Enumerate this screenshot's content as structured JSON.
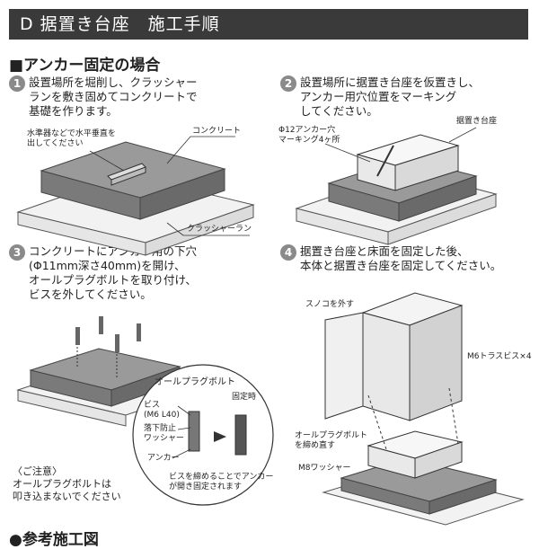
{
  "header": {
    "title": "D 据置き台座　施工手順"
  },
  "section": {
    "title": "■アンカー固定の場合"
  },
  "steps": [
    {
      "num": "1",
      "lines": [
        "設置場所を堀削し、クラッシャー",
        "ランを敷き固めてコンクリートで",
        "基礎を作ります。"
      ]
    },
    {
      "num": "2",
      "lines": [
        "設置場所に据置き台座を仮置きし、",
        "アンカー用穴位置をマーキング",
        "してください。"
      ]
    },
    {
      "num": "3",
      "lines": [
        "コンクリートにアンカー用の下穴",
        "(Φ11mm深さ40mm)を開け、",
        "オールプラグボルトを取り付け、",
        "ビスを外してください。"
      ]
    },
    {
      "num": "4",
      "lines": [
        "据置き台座と床面を固定した後、",
        "本体と据置き台座を固定してください。"
      ]
    }
  ],
  "labels": {
    "level": [
      "水準器などで水平垂直を",
      "出してください"
    ],
    "concrete": "コンクリート",
    "crusher": "クラッシャーラン",
    "anchor_hole": [
      "Φ12アンカー穴",
      "マーキング4ヶ所"
    ],
    "base": "据置き台座",
    "sunoko": "スノコを外す",
    "truss": "M6トラスビス×4",
    "allplug_tighten": [
      "オールプラグボルト",
      "を締め直す"
    ],
    "washer_m8": "M8ワッシャー",
    "allplug_title": "オールプラグボルト",
    "fixed": "固定時",
    "screw": [
      "ビス",
      "(M6 L40)"
    ],
    "washer_lock": [
      "落下防止",
      "ワッシャー"
    ],
    "anchor": "アンカー",
    "anchor_note": [
      "ビスを締めることでアンカー",
      "が開き固定されます"
    ],
    "caution": [
      "〈ご注意〉",
      "オールプラグボルトは",
      "叩き込まないでください"
    ]
  },
  "footer": {
    "title": "●参考施工図"
  }
}
